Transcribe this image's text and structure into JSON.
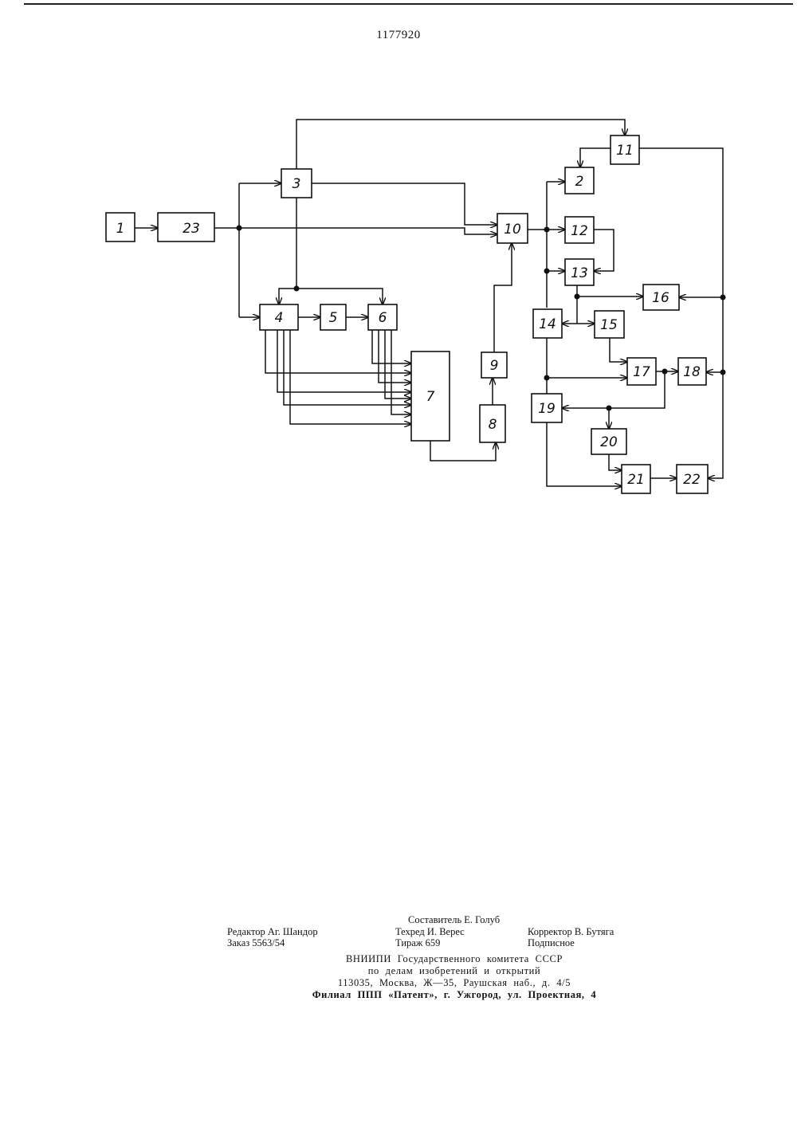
{
  "patent_number": "1177920",
  "diagram": {
    "blocks": [
      "1",
      "2",
      "3",
      "4",
      "5",
      "6",
      "7",
      "8",
      "9",
      "10",
      "11",
      "12",
      "13",
      "14",
      "15",
      "16",
      "17",
      "18",
      "19",
      "20",
      "21",
      "22",
      "23"
    ]
  },
  "footer": {
    "compiler": "Составитель Е. Голуб",
    "editor": "Редактор Аг. Шандор",
    "techred": "Техред И. Верес",
    "corrector": "Корректор В. Бутяга",
    "order": "Заказ 5563/54",
    "circulation": "Тираж 659",
    "subscription": "Подписное",
    "imprint": [
      "ВНИИПИ Государственного комитета СССР",
      "по делам изобретений и открытий",
      "113035, Москва, Ж—35, Раушская наб., д. 4/5",
      "Филиал ППП «Патент», г. Ужгород, ул. Проектная, 4"
    ]
  }
}
